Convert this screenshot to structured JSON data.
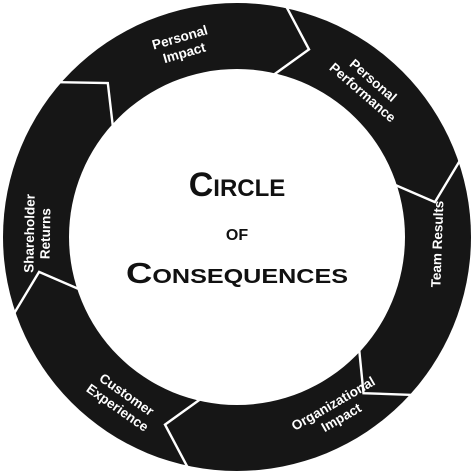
{
  "title": {
    "line1": "Circle",
    "line2": "of",
    "line3": "Consequences"
  },
  "segments": [
    {
      "lines": [
        "Personal",
        "Performance"
      ]
    },
    {
      "lines": [
        "Team Results"
      ]
    },
    {
      "lines": [
        "Organizational",
        "Impact"
      ]
    },
    {
      "lines": [
        "Customer",
        "Experience"
      ]
    },
    {
      "lines": [
        "Shareholder",
        "Returns"
      ]
    },
    {
      "lines": [
        "Personal",
        "Impact"
      ]
    }
  ],
  "colors": {
    "ring": "#161616",
    "separator": "#ffffff",
    "background": "#ffffff",
    "title": "#111111"
  }
}
